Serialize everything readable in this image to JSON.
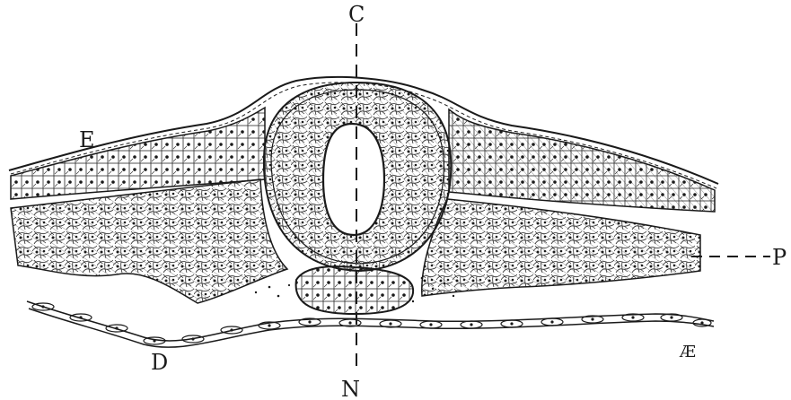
{
  "labels": {
    "top": "C",
    "ectoderm": "E",
    "right": "P",
    "bottom": "N",
    "lower_left": "D",
    "lower_right": "Æ"
  }
}
